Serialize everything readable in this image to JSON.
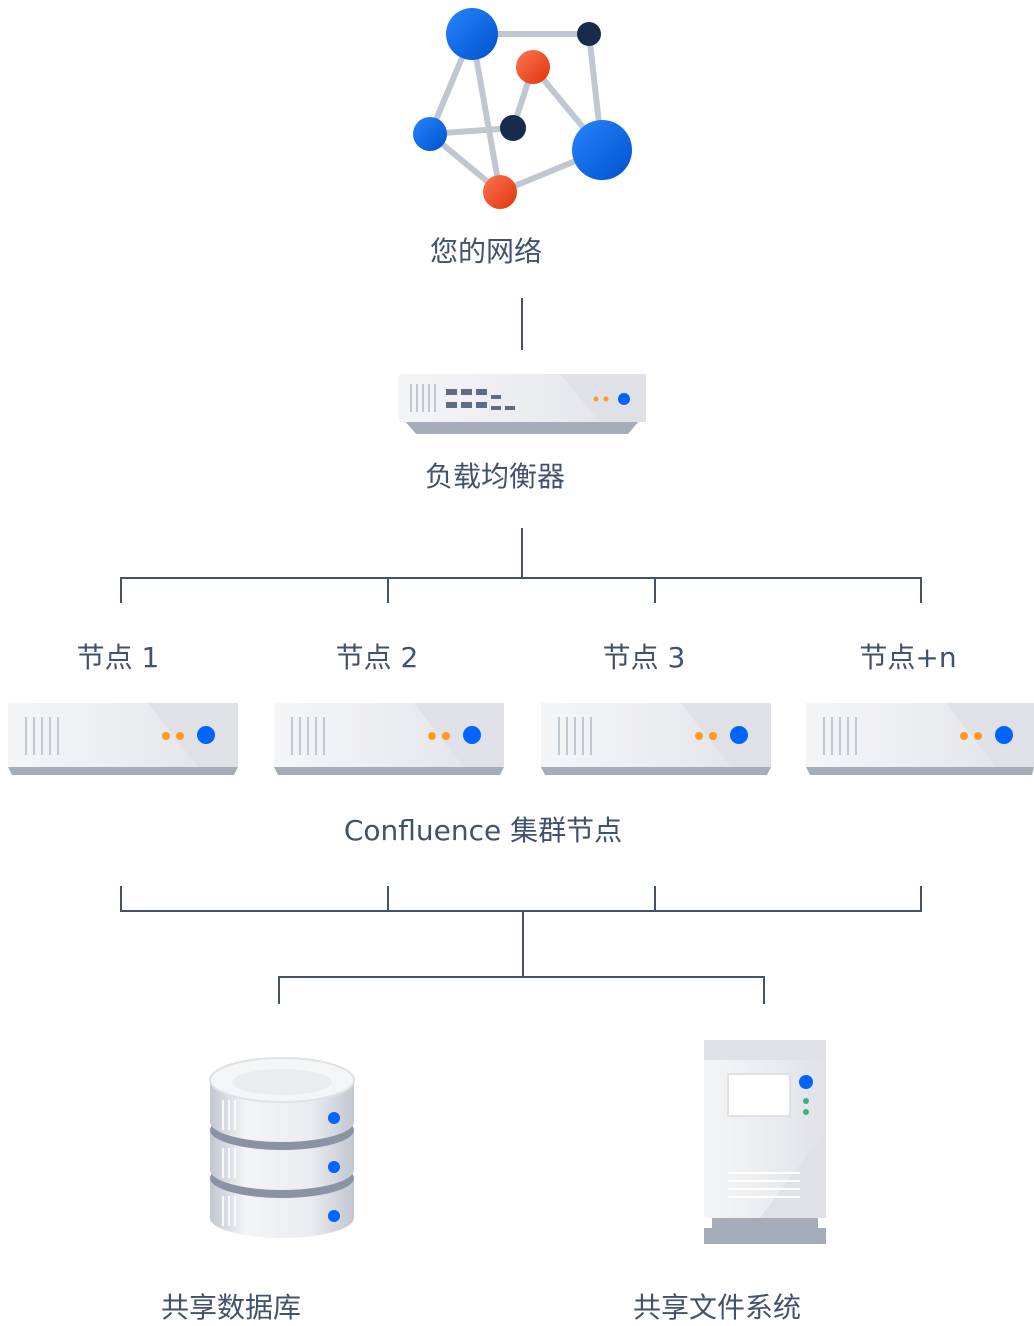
{
  "network": {
    "label": "您的网络",
    "icon": "network-graph-icon"
  },
  "load_balancer": {
    "label": "负载均衡器",
    "icon": "load-balancer-icon"
  },
  "nodes": [
    {
      "label": "节点 1"
    },
    {
      "label": "节点 2"
    },
    {
      "label": "节点 3"
    },
    {
      "label": "节点+n"
    }
  ],
  "cluster": {
    "label": "Confluence 集群节点"
  },
  "shared_db": {
    "label": "共享数据库",
    "icon": "database-icon"
  },
  "shared_fs": {
    "label": "共享文件系统",
    "icon": "file-server-icon"
  },
  "colors": {
    "line": "#42526e",
    "label": "#42526e",
    "accent_blue": "#0065ff",
    "accent_orange": "#ff5630",
    "dot_orange": "#ff991f",
    "dark_node": "#172b4d",
    "device_body": "#ebecf0",
    "device_shade": "#b3bac5",
    "green": "#36b37e"
  }
}
